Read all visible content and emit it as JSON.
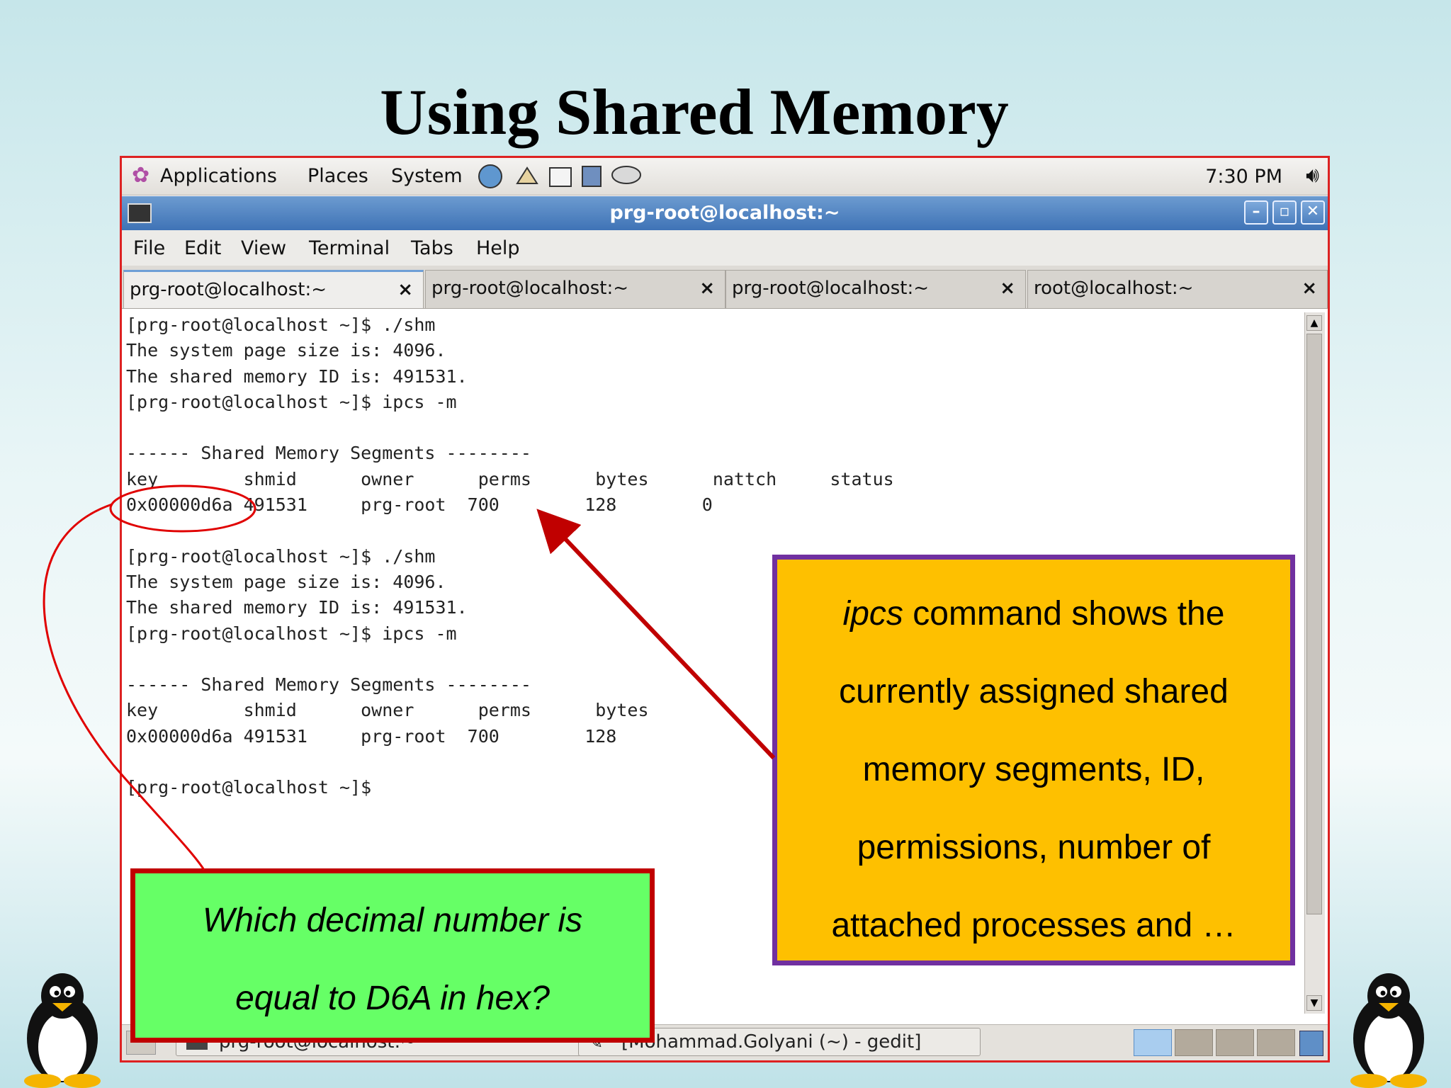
{
  "slide": {
    "title": "Using Shared Memory"
  },
  "panel": {
    "menus": [
      "Applications",
      "Places",
      "System"
    ],
    "clock": "7:30 PM"
  },
  "window": {
    "title": "prg-root@localhost:~"
  },
  "menubar": [
    "File",
    "Edit",
    "View",
    "Terminal",
    "Tabs",
    "Help"
  ],
  "tabs": [
    {
      "label": "prg-root@localhost:~",
      "close": "×"
    },
    {
      "label": "prg-root@localhost:~",
      "close": "×"
    },
    {
      "label": "prg-root@localhost:~",
      "close": "×"
    },
    {
      "label": "root@localhost:~",
      "close": "×"
    }
  ],
  "terminal": {
    "lines": [
      "[prg-root@localhost ~]$ ./shm",
      "The system page size is: 4096.",
      "The shared memory ID is: 491531.",
      "[prg-root@localhost ~]$ ipcs -m",
      "",
      "------ Shared Memory Segments --------",
      "key        shmid      owner      perms      bytes      nattch     status",
      "0x00000d6a 491531     prg-root  700        128        0",
      "",
      "[prg-root@localhost ~]$ ./shm",
      "The system page size is: 4096.",
      "The shared memory ID is: 491531.",
      "[prg-root@localhost ~]$ ipcs -m",
      "",
      "------ Shared Memory Segments --------",
      "key        shmid      owner      perms      bytes",
      "0x00000d6a 491531     prg-root  700        128",
      "",
      "[prg-root@localhost ~]$"
    ]
  },
  "taskbar": {
    "items": [
      "prg-root@localhost:~",
      "[Mohammad.Golyani (~) - gedit]"
    ]
  },
  "callouts": {
    "orange_cmd": "ipcs",
    "orange_lines": [
      " command shows the",
      "currently assigned shared",
      "memory segments, ID,",
      "permissions, number of",
      "attached processes and …"
    ],
    "green_lines": [
      "Which decimal number is",
      "equal to D6A in hex?"
    ]
  },
  "colors": {
    "orange_box": "#fec000",
    "orange_border": "#7030a0",
    "green_box": "#66ff66",
    "green_border": "#c00000",
    "arrow": "#c00000"
  }
}
